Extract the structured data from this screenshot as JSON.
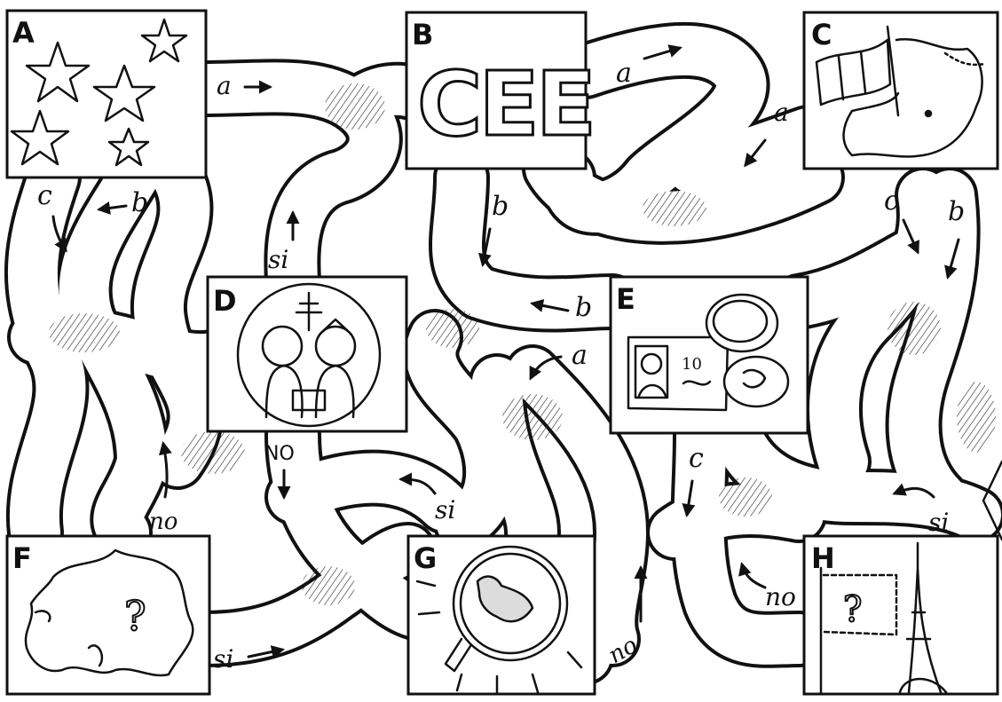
{
  "boxes": [
    {
      "letter": "A",
      "picture": "stars"
    },
    {
      "letter": "B",
      "picture": "cee-letters",
      "text": "CEE"
    },
    {
      "letter": "C",
      "picture": "flag-and-map"
    },
    {
      "letter": "D",
      "picture": "two-saints-medallion"
    },
    {
      "letter": "E",
      "picture": "banknote-and-coins"
    },
    {
      "letter": "F",
      "picture": "europe-map-question"
    },
    {
      "letter": "G",
      "picture": "magnifier-island"
    },
    {
      "letter": "H",
      "picture": "eiffel-tower-question"
    }
  ],
  "path_labels": {
    "a_from_A": "a",
    "b_into_A": "b",
    "c_from_A": "c",
    "a_from_B": "a",
    "b_from_B": "b",
    "a_into_B": "a",
    "c_from_C": "c",
    "b_from_C": "b",
    "si_from_D": "si",
    "no_from_D": "NO",
    "b_into_E": "b",
    "a_from_E": "a",
    "c_from_E": "c",
    "si_from_F": "si",
    "no_from_F": "no",
    "si_into_G": "si",
    "no_from_G": "no",
    "no_into_H": "no",
    "si_from_H": "si"
  },
  "question_mark": "?",
  "coin_text": "10",
  "icons": [
    "star-icon",
    "arrow-icon",
    "eiffel-tower-icon",
    "magnifier-icon",
    "coin-icon",
    "flag-icon"
  ]
}
